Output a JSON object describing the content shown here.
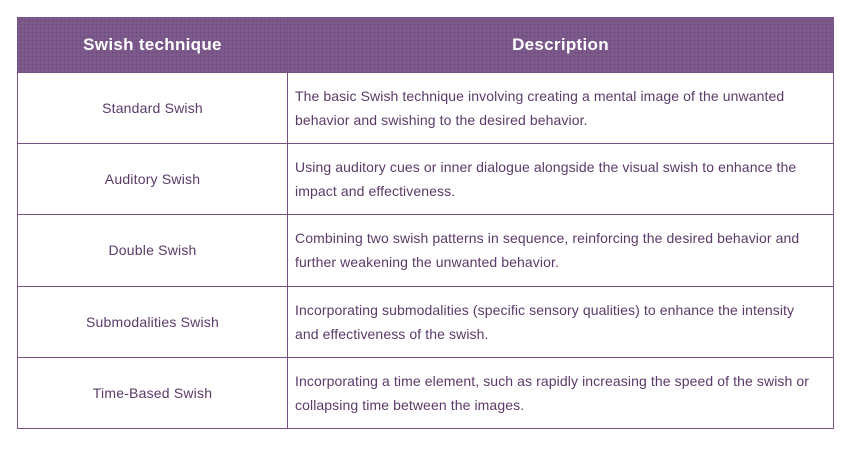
{
  "table": {
    "columns": {
      "technique_header": "Swish technique",
      "description_header": "Description"
    },
    "rows": [
      {
        "technique": "Standard Swish",
        "description": "The basic Swish technique involving creating a mental image of the unwanted behavior and swishing to the desired behavior."
      },
      {
        "technique": "Auditory Swish",
        "description": "Using auditory cues or inner dialogue alongside the visual swish to enhance the impact and effectiveness."
      },
      {
        "technique": "Double Swish",
        "description": "Combining two swish patterns in sequence, reinforcing the desired behavior and further weakening the unwanted behavior."
      },
      {
        "technique": "Submodalities Swish",
        "description": "Incorporating submodalities (specific sensory qualities) to enhance the intensity and effectiveness of the swish."
      },
      {
        "technique": "Time-Based Swish",
        "description": "Incorporating a time element, such as rapidly increasing the speed of the swish or collapsing time between the images."
      }
    ],
    "colors": {
      "header_bg": "#7d5a8c",
      "header_dot": "#6d4a7d",
      "header_text": "#ffffff",
      "body_text": "#5b3a69",
      "border": "#7a5087",
      "row_bg": "#ffffff",
      "page_bg": "#ffffff"
    }
  }
}
